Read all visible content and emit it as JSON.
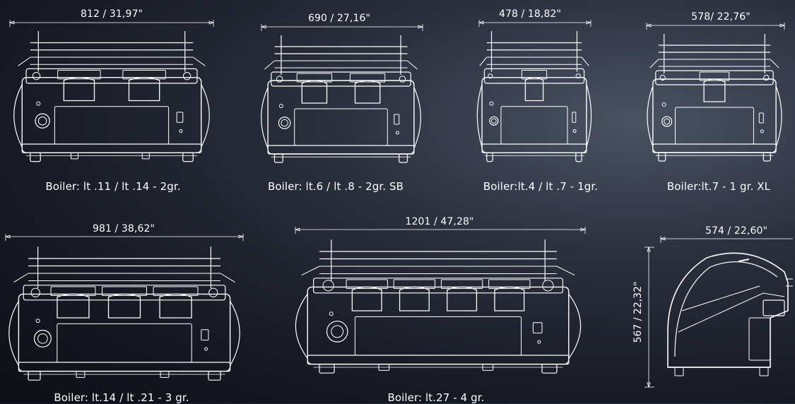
{
  "accent_color": "#ffffff",
  "machines": [
    {
      "id": "m1",
      "dimension": "812 / 31,97\"",
      "caption": "Boiler: lt .11 / lt .14 - 2gr."
    },
    {
      "id": "m2",
      "dimension": "690 / 27,16\"",
      "caption": "Boiler: lt.6 / lt .8 - 2gr. SB"
    },
    {
      "id": "m3",
      "dimension": "478 / 18,82\"",
      "caption": "Boiler:lt.4 / lt .7 - 1gr."
    },
    {
      "id": "m4",
      "dimension": "578/ 22,76\"",
      "caption": "Boiler:lt.7 - 1 gr. XL"
    },
    {
      "id": "m5",
      "dimension": "981 / 38,62\"",
      "caption": "Boiler: lt.14 / lt .21 - 3 gr."
    },
    {
      "id": "m6",
      "dimension": "1201 / 47,28\"",
      "caption": "Boiler: lt.27 - 4 gr."
    },
    {
      "id": "m7",
      "dimension": "574 / 22,60\"",
      "caption": ""
    }
  ],
  "side_view": {
    "height_dimension": "567 / 22,32\""
  }
}
